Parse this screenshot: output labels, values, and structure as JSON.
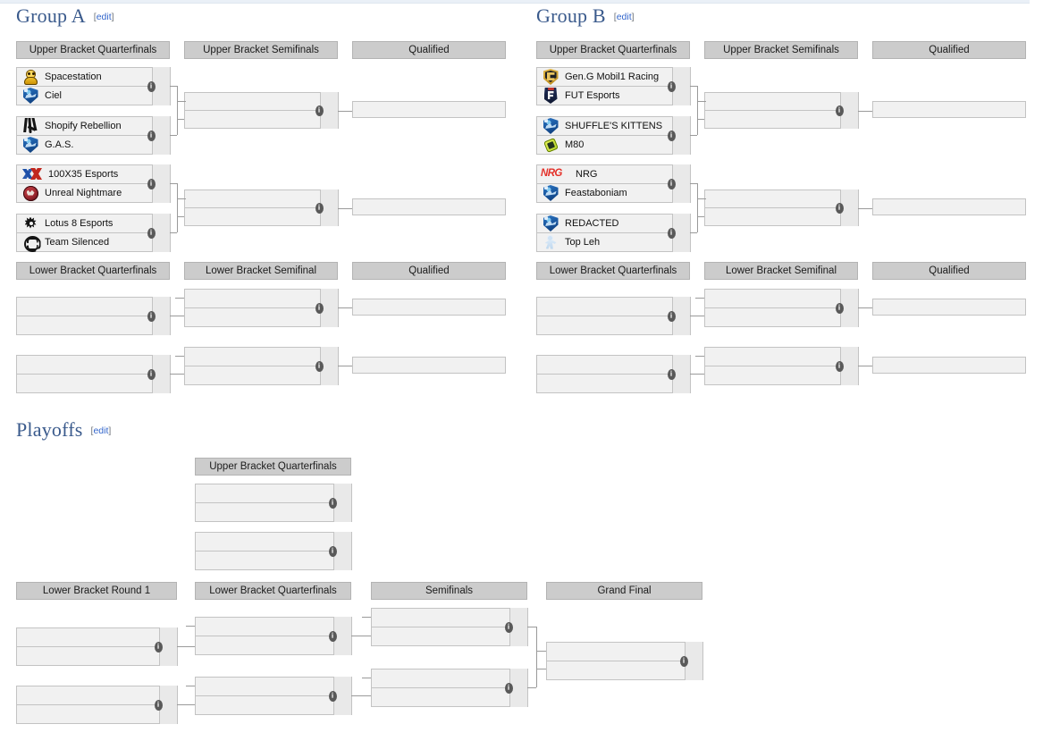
{
  "sections": [
    {
      "title": "Group A",
      "edit": "edit"
    },
    {
      "title": "Group B",
      "edit": "edit"
    },
    {
      "title": "Playoffs",
      "edit": "edit"
    }
  ],
  "round_headers": {
    "upper_quarterfinals": "Upper Bracket Quarterfinals",
    "upper_semifinals": "Upper Bracket Semifinals",
    "qualified": "Qualified",
    "lower_quarterfinals": "Lower Bracket Quarterfinals",
    "lower_semifinal": "Lower Bracket Semifinal",
    "lower_round1": "Lower Bracket Round 1",
    "semifinals": "Semifinals",
    "grand_final": "Grand Final"
  },
  "icons": {
    "info": "i"
  },
  "group_a": {
    "upper_quarterfinals": [
      {
        "teams": [
          {
            "name": "Spacestation",
            "logo": "spacestation"
          },
          {
            "name": "Ciel",
            "logo": "shield"
          }
        ]
      },
      {
        "teams": [
          {
            "name": "Shopify Rebellion",
            "logo": "shopify-rebellion"
          },
          {
            "name": "G.A.S.",
            "logo": "shield"
          }
        ]
      },
      {
        "teams": [
          {
            "name": "100X35 Esports",
            "logo": "100x35"
          },
          {
            "name": "Unreal Nightmare",
            "logo": "unreal-nightmare"
          }
        ]
      },
      {
        "teams": [
          {
            "name": "Lotus 8 Esports",
            "logo": "lotus8"
          },
          {
            "name": "Team Silenced",
            "logo": "team-silenced"
          }
        ]
      }
    ],
    "upper_semifinals": [
      {
        "teams": [
          {
            "name": ""
          },
          {
            "name": ""
          }
        ]
      },
      {
        "teams": [
          {
            "name": ""
          },
          {
            "name": ""
          }
        ]
      }
    ],
    "qualified": [
      {
        "name": ""
      },
      {
        "name": ""
      }
    ],
    "lower_quarterfinals": [
      {
        "teams": [
          {
            "name": ""
          },
          {
            "name": ""
          }
        ]
      },
      {
        "teams": [
          {
            "name": ""
          },
          {
            "name": ""
          }
        ]
      }
    ],
    "lower_semifinal": [
      {
        "teams": [
          {
            "name": ""
          },
          {
            "name": ""
          }
        ]
      },
      {
        "teams": [
          {
            "name": ""
          },
          {
            "name": ""
          }
        ]
      }
    ],
    "lower_qualified": [
      {
        "name": ""
      },
      {
        "name": ""
      }
    ]
  },
  "group_b": {
    "upper_quarterfinals": [
      {
        "teams": [
          {
            "name": "Gen.G Mobil1 Racing",
            "logo": "geng"
          },
          {
            "name": "FUT Esports",
            "logo": "fut"
          }
        ]
      },
      {
        "teams": [
          {
            "name": "SHUFFLE'S KITTENS",
            "logo": "shield"
          },
          {
            "name": "M80",
            "logo": "m80"
          }
        ]
      },
      {
        "teams": [
          {
            "name": "NRG",
            "logo": "nrg"
          },
          {
            "name": "Feastaboniam",
            "logo": "shield"
          }
        ]
      },
      {
        "teams": [
          {
            "name": "REDACTED",
            "logo": "shield"
          },
          {
            "name": "Top Leh",
            "logo": "topleh"
          }
        ]
      }
    ],
    "upper_semifinals": [
      {
        "teams": [
          {
            "name": ""
          },
          {
            "name": ""
          }
        ]
      },
      {
        "teams": [
          {
            "name": ""
          },
          {
            "name": ""
          }
        ]
      }
    ],
    "qualified": [
      {
        "name": ""
      },
      {
        "name": ""
      }
    ],
    "lower_quarterfinals": [
      {
        "teams": [
          {
            "name": ""
          },
          {
            "name": ""
          }
        ]
      },
      {
        "teams": [
          {
            "name": ""
          },
          {
            "name": ""
          }
        ]
      }
    ],
    "lower_semifinal": [
      {
        "teams": [
          {
            "name": ""
          },
          {
            "name": ""
          }
        ]
      },
      {
        "teams": [
          {
            "name": ""
          },
          {
            "name": ""
          }
        ]
      }
    ],
    "lower_qualified": [
      {
        "name": ""
      },
      {
        "name": ""
      }
    ]
  },
  "playoffs": {
    "upper_quarterfinals": [
      {
        "teams": [
          {
            "name": ""
          },
          {
            "name": ""
          }
        ]
      },
      {
        "teams": [
          {
            "name": ""
          },
          {
            "name": ""
          }
        ]
      }
    ],
    "lower_round1": [
      {
        "teams": [
          {
            "name": ""
          },
          {
            "name": ""
          }
        ]
      },
      {
        "teams": [
          {
            "name": ""
          },
          {
            "name": ""
          }
        ]
      }
    ],
    "lower_quarterfinals": [
      {
        "teams": [
          {
            "name": ""
          },
          {
            "name": ""
          }
        ]
      },
      {
        "teams": [
          {
            "name": ""
          },
          {
            "name": ""
          }
        ]
      }
    ],
    "semifinals": [
      {
        "teams": [
          {
            "name": ""
          },
          {
            "name": ""
          }
        ]
      },
      {
        "teams": [
          {
            "name": ""
          },
          {
            "name": ""
          }
        ]
      }
    ],
    "grand_final": [
      {
        "teams": [
          {
            "name": ""
          },
          {
            "name": ""
          }
        ]
      }
    ]
  },
  "colors": {
    "header_pill": "#cccccc",
    "match_bg": "#f1f1f1",
    "score_bg": "#e9e9e9",
    "border": "#c3c3c3",
    "link": "#3366cc",
    "heading": "#3a5a8c",
    "connector": "#9a9a9a"
  }
}
